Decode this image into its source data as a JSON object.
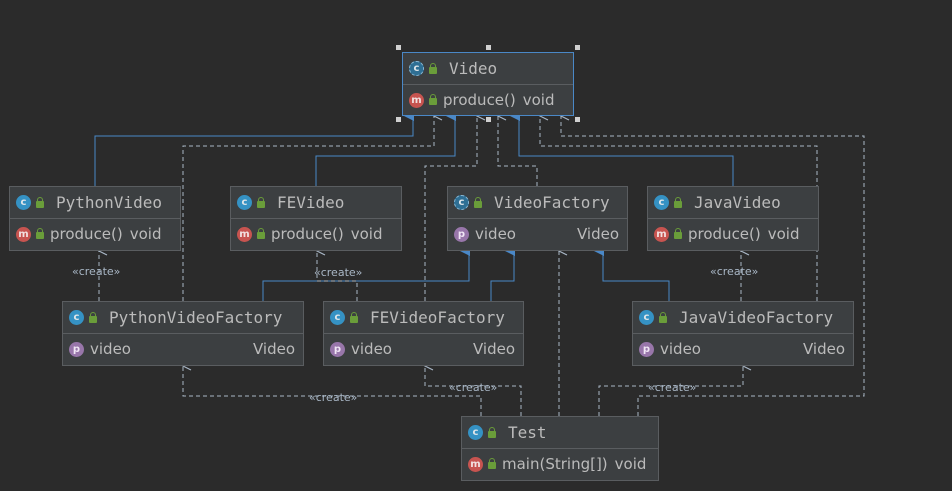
{
  "classes": [
    {
      "id": "video",
      "title": "Video",
      "abstract": true,
      "selected": true,
      "member": {
        "kind": "m",
        "name": "produce()",
        "type": "void"
      }
    },
    {
      "id": "python_video",
      "title": "PythonVideo",
      "abstract": false,
      "member": {
        "kind": "m",
        "name": "produce()",
        "type": "void"
      }
    },
    {
      "id": "fe_video",
      "title": "FEVideo",
      "abstract": false,
      "member": {
        "kind": "m",
        "name": "produce()",
        "type": "void"
      }
    },
    {
      "id": "video_factory",
      "title": "VideoFactory",
      "abstract": true,
      "member": {
        "kind": "p",
        "name": "video",
        "type": "Video"
      }
    },
    {
      "id": "java_video",
      "title": "JavaVideo",
      "abstract": false,
      "member": {
        "kind": "m",
        "name": "produce()",
        "type": "void"
      }
    },
    {
      "id": "python_video_factory",
      "title": "PythonVideoFactory",
      "abstract": false,
      "member": {
        "kind": "p",
        "name": "video",
        "type": "Video"
      }
    },
    {
      "id": "fe_video_factory",
      "title": "FEVideoFactory",
      "abstract": false,
      "member": {
        "kind": "p",
        "name": "video",
        "type": "Video"
      }
    },
    {
      "id": "java_video_factory",
      "title": "JavaVideoFactory",
      "abstract": false,
      "member": {
        "kind": "p",
        "name": "video",
        "type": "Video"
      }
    },
    {
      "id": "test",
      "title": "Test",
      "abstract": false,
      "runnable": true,
      "member": {
        "kind": "m",
        "name": "main(String[])",
        "type": "void"
      }
    }
  ],
  "create_label": "«create»",
  "colors": {
    "background": "#2b2b2b",
    "inheritance": "#4a88c7",
    "dependency": "#a9b7c6",
    "class_icon": "#3592c4",
    "method_icon": "#c75450",
    "property_icon": "#9876aa",
    "access_icon": "#6a9d3a"
  },
  "icons": {
    "class": "class-c-icon",
    "method": "method-m-icon",
    "property": "property-p-icon",
    "visibility": "public-lock-icon"
  }
}
